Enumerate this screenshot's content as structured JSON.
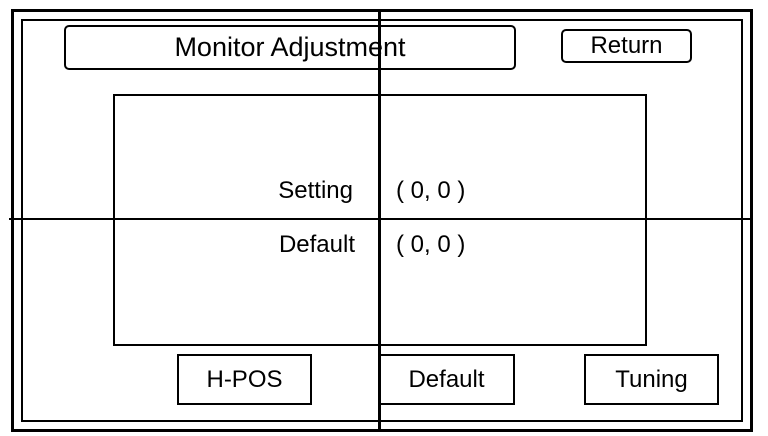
{
  "header": {
    "title": "Monitor Adjustment",
    "return_label": "Return"
  },
  "panel": {
    "setting_label": "Setting",
    "setting_value": "( 0, 0 )",
    "default_label": "Default",
    "default_value": "( 0, 0 )"
  },
  "footer": {
    "hpos_label": "H-POS",
    "default_label": "Default",
    "tuning_label": "Tuning"
  }
}
